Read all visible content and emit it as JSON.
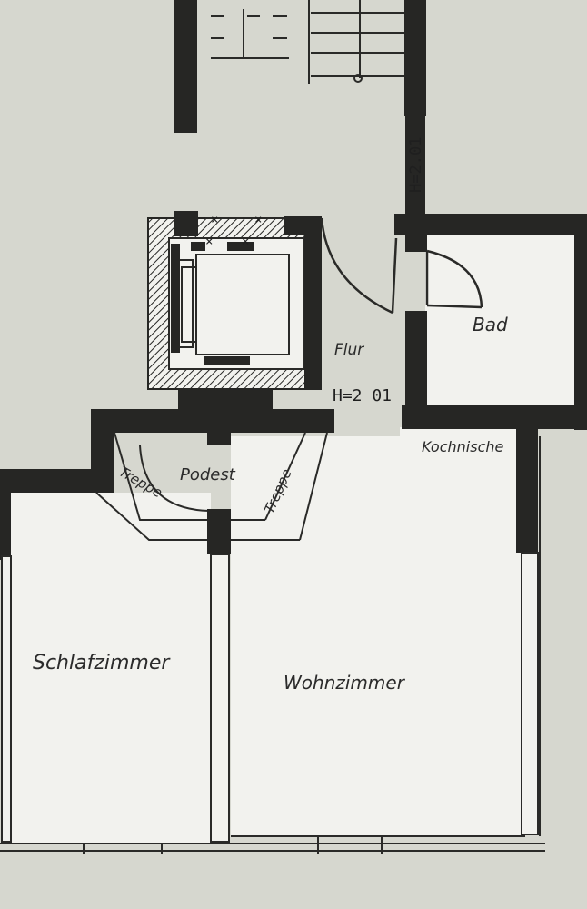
{
  "rooms": {
    "bad": "Bad",
    "flur": "Flur",
    "kochnische": "Kochnische",
    "podest": "Podest",
    "treppe_left": "Treppe",
    "treppe_right": "Treppe",
    "schlafzimmer": "Schlafzimmer",
    "wohnzimmer": "Wohnzimmer"
  },
  "heights": {
    "vertical": "H=2.01",
    "horizontal": "H=2 01"
  },
  "colors": {
    "paper": "#d6d7cf",
    "room_fill": "#f2f2ee",
    "wall": "#262624"
  }
}
